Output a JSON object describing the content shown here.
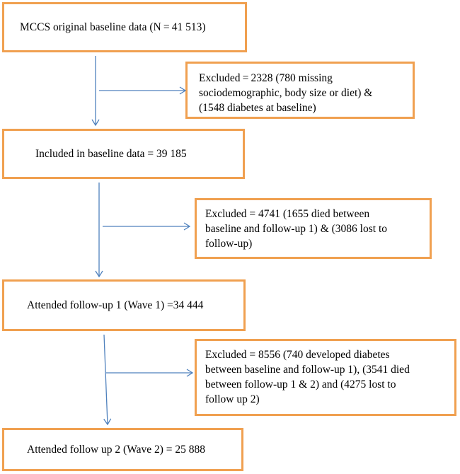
{
  "flowchart": {
    "colors": {
      "box_border": "#f0a050",
      "arrow": "#4f81bd",
      "text": "#000000"
    },
    "boxes": {
      "baseline": {
        "lines": [
          "MCCS original baseline data (N = 41 513)"
        ]
      },
      "excluded_1": {
        "lines": [
          "Excluded = 2328 (780 missing",
          "sociodemographic, body size or diet) &",
          " (1548 diabetes at baseline)"
        ]
      },
      "included": {
        "lines": [
          "Included in baseline data = 39 185"
        ]
      },
      "excluded_2": {
        "lines": [
          "Excluded = 4741 (1655 died between",
          "baseline and follow-up 1) & (3086 lost to",
          "follow-up)"
        ]
      },
      "wave1": {
        "lines": [
          "Attended follow-up 1 (Wave 1) =34 444"
        ]
      },
      "excluded_3": {
        "lines": [
          "Excluded = 8556 (740 developed diabetes",
          "between baseline and follow-up 1), (3541 died",
          "between follow-up 1 & 2) and (4275 lost to",
          "follow up 2)"
        ]
      },
      "wave2": {
        "lines": [
          "Attended follow up 2 (Wave 2) = 25 888"
        ]
      }
    }
  }
}
